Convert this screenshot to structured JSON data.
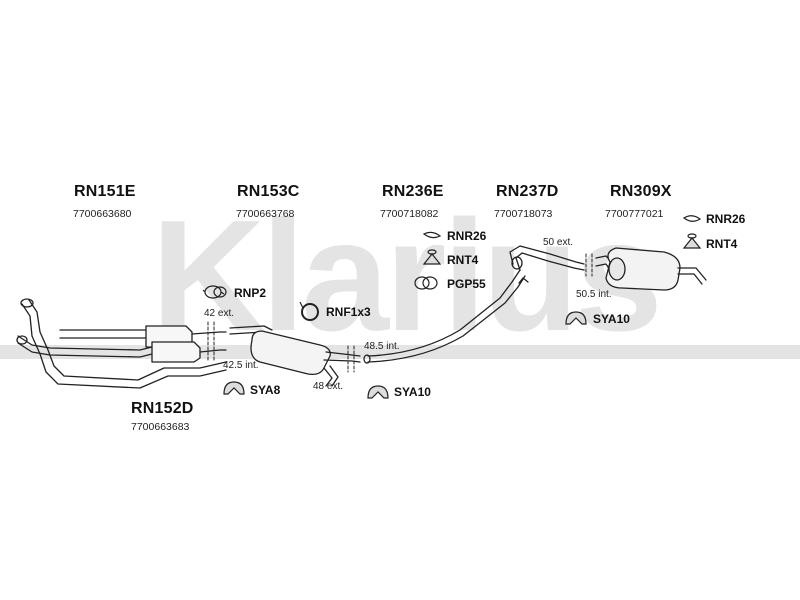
{
  "watermark": {
    "text": "Klarius",
    "color": "#e3e3e3"
  },
  "parts": [
    {
      "code": "RN151E",
      "number": "7700663680"
    },
    {
      "code": "RN153C",
      "number": "7700663768"
    },
    {
      "code": "RN236E",
      "number": "7700718082"
    },
    {
      "code": "RN237D",
      "number": "7700718073"
    },
    {
      "code": "RN309X",
      "number": "7700777021"
    },
    {
      "code": "RN152D",
      "number": "7700663683"
    }
  ],
  "fittings": {
    "rnp2": "RNP2",
    "rnf1x3": "RNF1x3",
    "sya8": "SYA8",
    "sya10_mid": "SYA10",
    "rnr26_mid": "RNR26",
    "rnt4_mid": "RNT4",
    "pgp55": "PGP55",
    "sya10_right": "SYA10",
    "rnr26_right": "RNR26",
    "rnt4_right": "RNT4"
  },
  "measurements": {
    "ext42": "42 ext.",
    "int42_5": "42.5 int.",
    "ext48": "48 ext.",
    "int48_5": "48.5 int.",
    "ext50": "50 ext.",
    "int50_5": "50.5 int."
  }
}
